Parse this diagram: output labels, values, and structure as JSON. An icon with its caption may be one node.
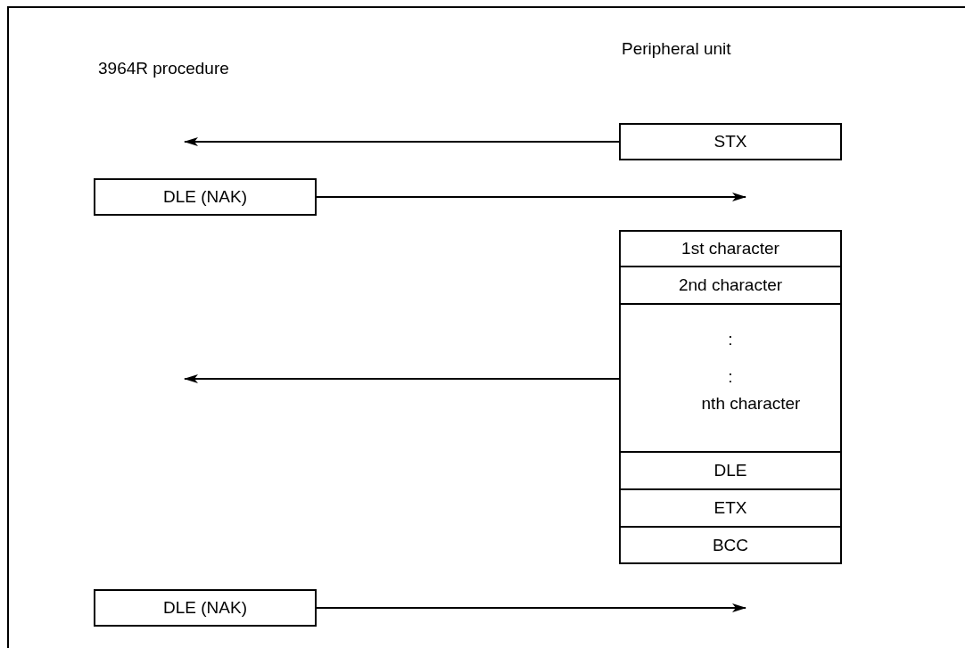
{
  "diagram": {
    "nodes": [
      {
        "text": [
          "STX"
        ]
      },
      {
        "text": [
          "DLE (NAK)"
        ]
      },
      {
        "text": [
          "1st character"
        ]
      },
      {
        "text": [
          "2nd character"
        ]
      },
      {
        "text": [
          ":",
          ":",
          "nth character"
        ]
      },
      {
        "text": [
          "DLE"
        ]
      },
      {
        "text": [
          "ETX"
        ]
      },
      {
        "text": [
          "BCC"
        ]
      },
      {
        "text": [
          "DLE (NAK)"
        ]
      }
    ],
    "edges": [
      {
        "from": 0,
        "to": null,
        "arrow": "to"
      },
      {
        "from": 1,
        "to": null,
        "arrow": "to"
      },
      {
        "from": 4,
        "to": null,
        "arrow": "to"
      },
      {
        "from": 8,
        "to": null,
        "arrow": "to"
      }
    ],
    "labels": [
      "3964R procedure",
      "Peripheral unit"
    ]
  }
}
